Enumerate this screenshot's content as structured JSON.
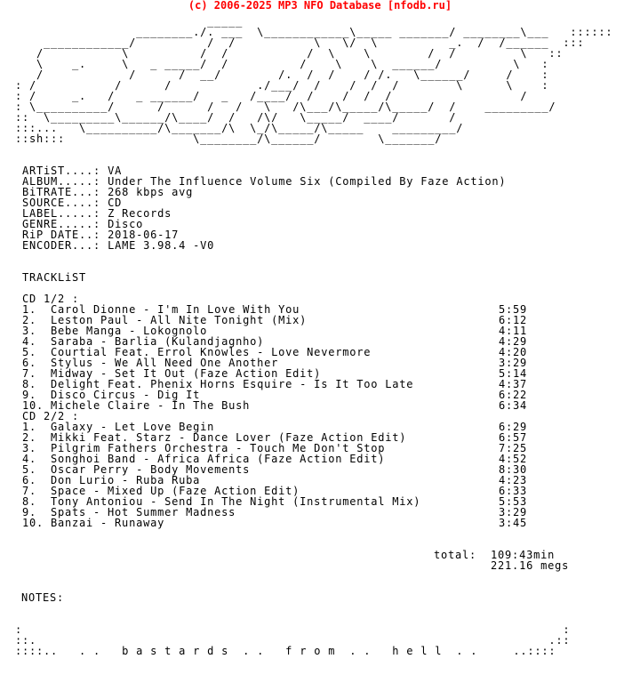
{
  "header": {
    "copyright": "(c) 2006-2025 MP3 NFO Database [nfodb.ru]",
    "color": "#ff0000"
  },
  "logo": {
    "tag": "::sh:::",
    "art": [
      "                             _____",
      "                   ________./. ___  \\____________\\_____ _______/ ________\\___   ::::::",
      "      ____________/          /  /           \\   \\/  \\          _.  /  /______  :::",
      "     /           \\          /  /           /  \\    \\        /  /         \\   ::",
      "     \\    _.     \\   _ _____/  /          /    \\    \\  ______/          \\   :",
      "     /            /      /  __/        /.  /  /    / /.   \\______/     /    :",
      "  : /           /      /            ./___/  /    /  /  /        \\      \\    :",
      "  : /     _.   /   _ ______/   _   /____/  /    /  /  /                  /",
      "  : \\__________/      /      /   /   \\   /\\___/\\_____/\\_____/  /    _________/",
      "  ::  \\_________\\______/\\____/  /   /\\/   \\_____/  ____/       /",
      "  :::...   \\__________/\\_______/\\  \\_/\\_____/\\_____    _________/",
      "  ::sh:::                  \\________/\\______/        \\_______/"
    ]
  },
  "info": {
    "artist_label": "ARTiST....:",
    "artist": "VA",
    "album_label": "ALBUM.....:",
    "album": "Under The Influence Volume Six (Compiled By Faze Action)",
    "bitrate_label": "BiTRATE...:",
    "bitrate": "268 kbps avg",
    "source_label": "SOURCE....:",
    "source": "CD",
    "label_label": "LABEL.....:",
    "label": "Z Records",
    "genre_label": "GENRE.....:",
    "genre": "Disco",
    "ripdate_label": "RiP DATE..:",
    "ripdate": "2018-06-17",
    "encoder_label": "ENCODER...:",
    "encoder": "LAME 3.98.4 -V0"
  },
  "tracklist": {
    "title": "TRACKLiST",
    "cds": [
      {
        "heading": "CD 1/2 :",
        "tracks": [
          {
            "num": "1.",
            "title": "Carol Dionne - I'm In Love With You",
            "time": "5:59"
          },
          {
            "num": "2.",
            "title": "Leston Paul - All Nite Tonight (Mix)",
            "time": "6:12"
          },
          {
            "num": "3.",
            "title": "Bebe Manga - Lokognolo",
            "time": "4:11"
          },
          {
            "num": "4.",
            "title": "Saraba - Barlia (Kulandjagnho)",
            "time": "4:29"
          },
          {
            "num": "5.",
            "title": "Courtial Feat. Errol Knowles - Love Nevermore",
            "time": "4:20"
          },
          {
            "num": "6.",
            "title": "Stylus - We All Need One Another",
            "time": "3:29"
          },
          {
            "num": "7.",
            "title": "Midway - Set It Out (Faze Action Edit)",
            "time": "5:14"
          },
          {
            "num": "8.",
            "title": "Delight Feat. Phenix Horns Esquire - Is It Too Late",
            "time": "4:37"
          },
          {
            "num": "9.",
            "title": "Disco Circus - Dig It",
            "time": "6:22"
          },
          {
            "num": "10.",
            "title": "Michele Claire - In The Bush",
            "time": "6:34"
          }
        ]
      },
      {
        "heading": "CD 2/2 :",
        "tracks": [
          {
            "num": "1.",
            "title": "Galaxy - Let Love Begin",
            "time": "6:29"
          },
          {
            "num": "2.",
            "title": "Mikki Feat. Starz - Dance Lover (Faze Action Edit)",
            "time": "6:57"
          },
          {
            "num": "3.",
            "title": "Pilgrim Fathers Orchestra - Touch Me Don't Stop",
            "time": "7:25"
          },
          {
            "num": "4.",
            "title": "Songhoi Band - Africa Africa (Faze Action Edit)",
            "time": "4:52"
          },
          {
            "num": "5.",
            "title": "Oscar Perry - Body Movements",
            "time": "8:30"
          },
          {
            "num": "6.",
            "title": "Don Lurio - Ruba Ruba",
            "time": "4:23"
          },
          {
            "num": "7.",
            "title": "Space - Mixed Up (Faze Action Edit)",
            "time": "6:33"
          },
          {
            "num": "8.",
            "title": "Tony Antoniou - Send In The Night (Instrumental Mix)",
            "time": "5:53"
          },
          {
            "num": "9.",
            "title": "Spats - Hot Summer Madness",
            "time": "3:29"
          },
          {
            "num": "10.",
            "title": "Banzai - Runaway",
            "time": "3:45"
          }
        ]
      }
    ]
  },
  "totals": {
    "label": "total:",
    "duration": "109:43min",
    "size": "221.16 megs"
  },
  "notes": {
    "label": "NOTES:"
  },
  "footer": {
    "lines": [
      "  :                                                                            :",
      "  ::.                                                                        .::",
      "  ::::..   . .   b a s t a r d s  . .   f r o m  . .   h e l l  . .     ..::::"
    ]
  }
}
